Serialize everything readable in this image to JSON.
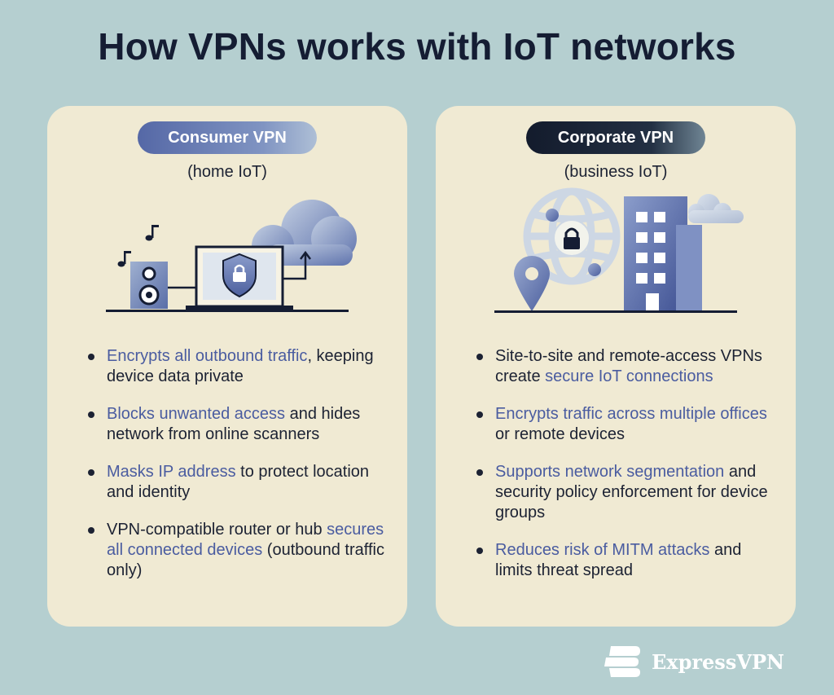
{
  "title": "How VPNs works with IoT networks",
  "consumer": {
    "pill": "Consumer VPN",
    "subtitle": "(home IoT)",
    "bullets": [
      {
        "hl": "Encrypts all outbound traffic",
        "rest": ", keeping device data private",
        "pre": ""
      },
      {
        "hl": "Blocks unwanted access",
        "rest": " and hides network from online scanners",
        "pre": ""
      },
      {
        "hl": "Masks IP address",
        "rest": " to protect location and identity",
        "pre": ""
      },
      {
        "pre": "VPN-compatible router or hub ",
        "hl": "secures all connected devices",
        "rest": " (outbound traffic only)"
      }
    ]
  },
  "corporate": {
    "pill": "Corporate VPN",
    "subtitle": "(business IoT)",
    "bullets": [
      {
        "pre": "Site-to-site and remote-access VPNs create ",
        "hl": "secure IoT connections",
        "rest": ""
      },
      {
        "pre": "",
        "hl": "Encrypts traffic across multiple offices",
        "rest": " or remote devices"
      },
      {
        "pre": "",
        "hl": "Supports network segmentation",
        "rest": " and security policy enforcement for device groups"
      },
      {
        "pre": "",
        "hl": "Reduces risk of MITM attacks",
        "rest": " and limits threat spread"
      }
    ]
  },
  "brand": "ExpressVPN",
  "colors": {
    "background": "#b5cfd0",
    "card": "#f0ead3",
    "highlight": "#4a5ca0",
    "text": "#1c2233"
  },
  "icons": [
    "music-note-icon",
    "speaker-icon",
    "laptop-icon",
    "shield-lock-icon",
    "cloud-icon",
    "globe-icon",
    "lock-icon",
    "location-pin-icon",
    "office-building-icon",
    "expressvpn-logo-icon"
  ]
}
